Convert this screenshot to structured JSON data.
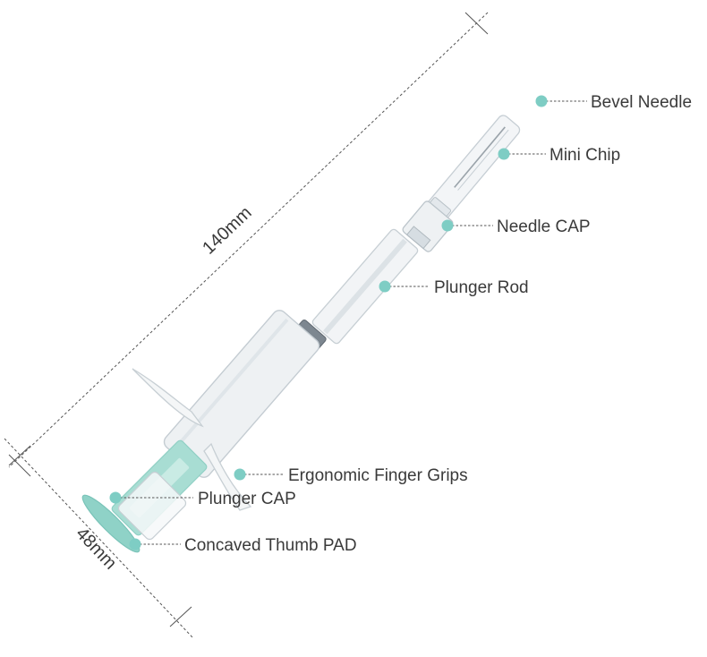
{
  "colors": {
    "accent_teal": "#7ecdc4",
    "plunger_teal": "#a8ddd3",
    "body_clear": "#eef1f3",
    "outline": "#c9d0d5",
    "text": "#3a3a3a"
  },
  "dimensions": {
    "length_label": "140mm",
    "width_label": "48mm"
  },
  "callouts": [
    {
      "id": "bevel-needle",
      "label": "Bevel Needle"
    },
    {
      "id": "mini-chip",
      "label": "Mini Chip"
    },
    {
      "id": "needle-cap",
      "label": "Needle CAP"
    },
    {
      "id": "plunger-rod",
      "label": "Plunger Rod"
    },
    {
      "id": "ergonomic-finger-grips",
      "label": "Ergonomic Finger Grips"
    },
    {
      "id": "plunger-cap",
      "label": "Plunger CAP"
    },
    {
      "id": "concaved-thumb-pad",
      "label": "Concaved Thumb PAD"
    }
  ]
}
